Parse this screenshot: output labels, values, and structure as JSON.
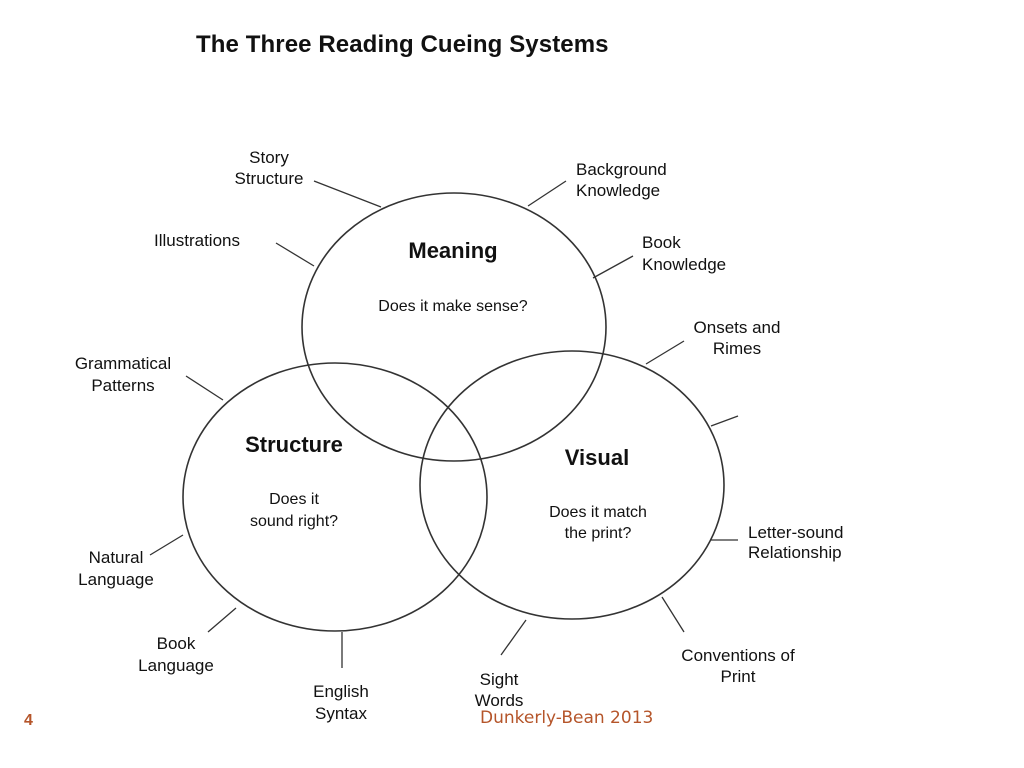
{
  "title": "The Three Reading Cueing Systems",
  "colors": {
    "line": "#333333",
    "text": "#111111",
    "footer": "#b5552a"
  },
  "systems": {
    "meaning": {
      "title": "Meaning",
      "question": [
        "Does it make sense?"
      ]
    },
    "structure": {
      "title": "Structure",
      "question": [
        "Does it",
        "sound right?"
      ]
    },
    "visual": {
      "title": "Visual",
      "question": [
        "Does it match",
        "the print?"
      ]
    }
  },
  "cues": {
    "story_structure": [
      "Story",
      "Structure"
    ],
    "background_knowledge": [
      "Background",
      "Knowledge"
    ],
    "illustrations": [
      "Illustrations"
    ],
    "book_knowledge": [
      "Book",
      "Knowledge"
    ],
    "onsets_rimes": [
      "Onsets and",
      "Rimes"
    ],
    "grammatical_patterns": [
      "Grammatical",
      "Patterns"
    ],
    "letter_sound": [
      "Letter-sound",
      "Relationship"
    ],
    "natural_language": [
      "Natural",
      "Language"
    ],
    "book_language": [
      "Book",
      "Language"
    ],
    "english_syntax": [
      "English",
      "Syntax"
    ],
    "sight_words": [
      "Sight",
      "Words"
    ],
    "conventions_print": [
      "Conventions of",
      "Print"
    ]
  },
  "footer": {
    "slide_number": "4",
    "credit": "Dunkerly-Bean 2013"
  }
}
